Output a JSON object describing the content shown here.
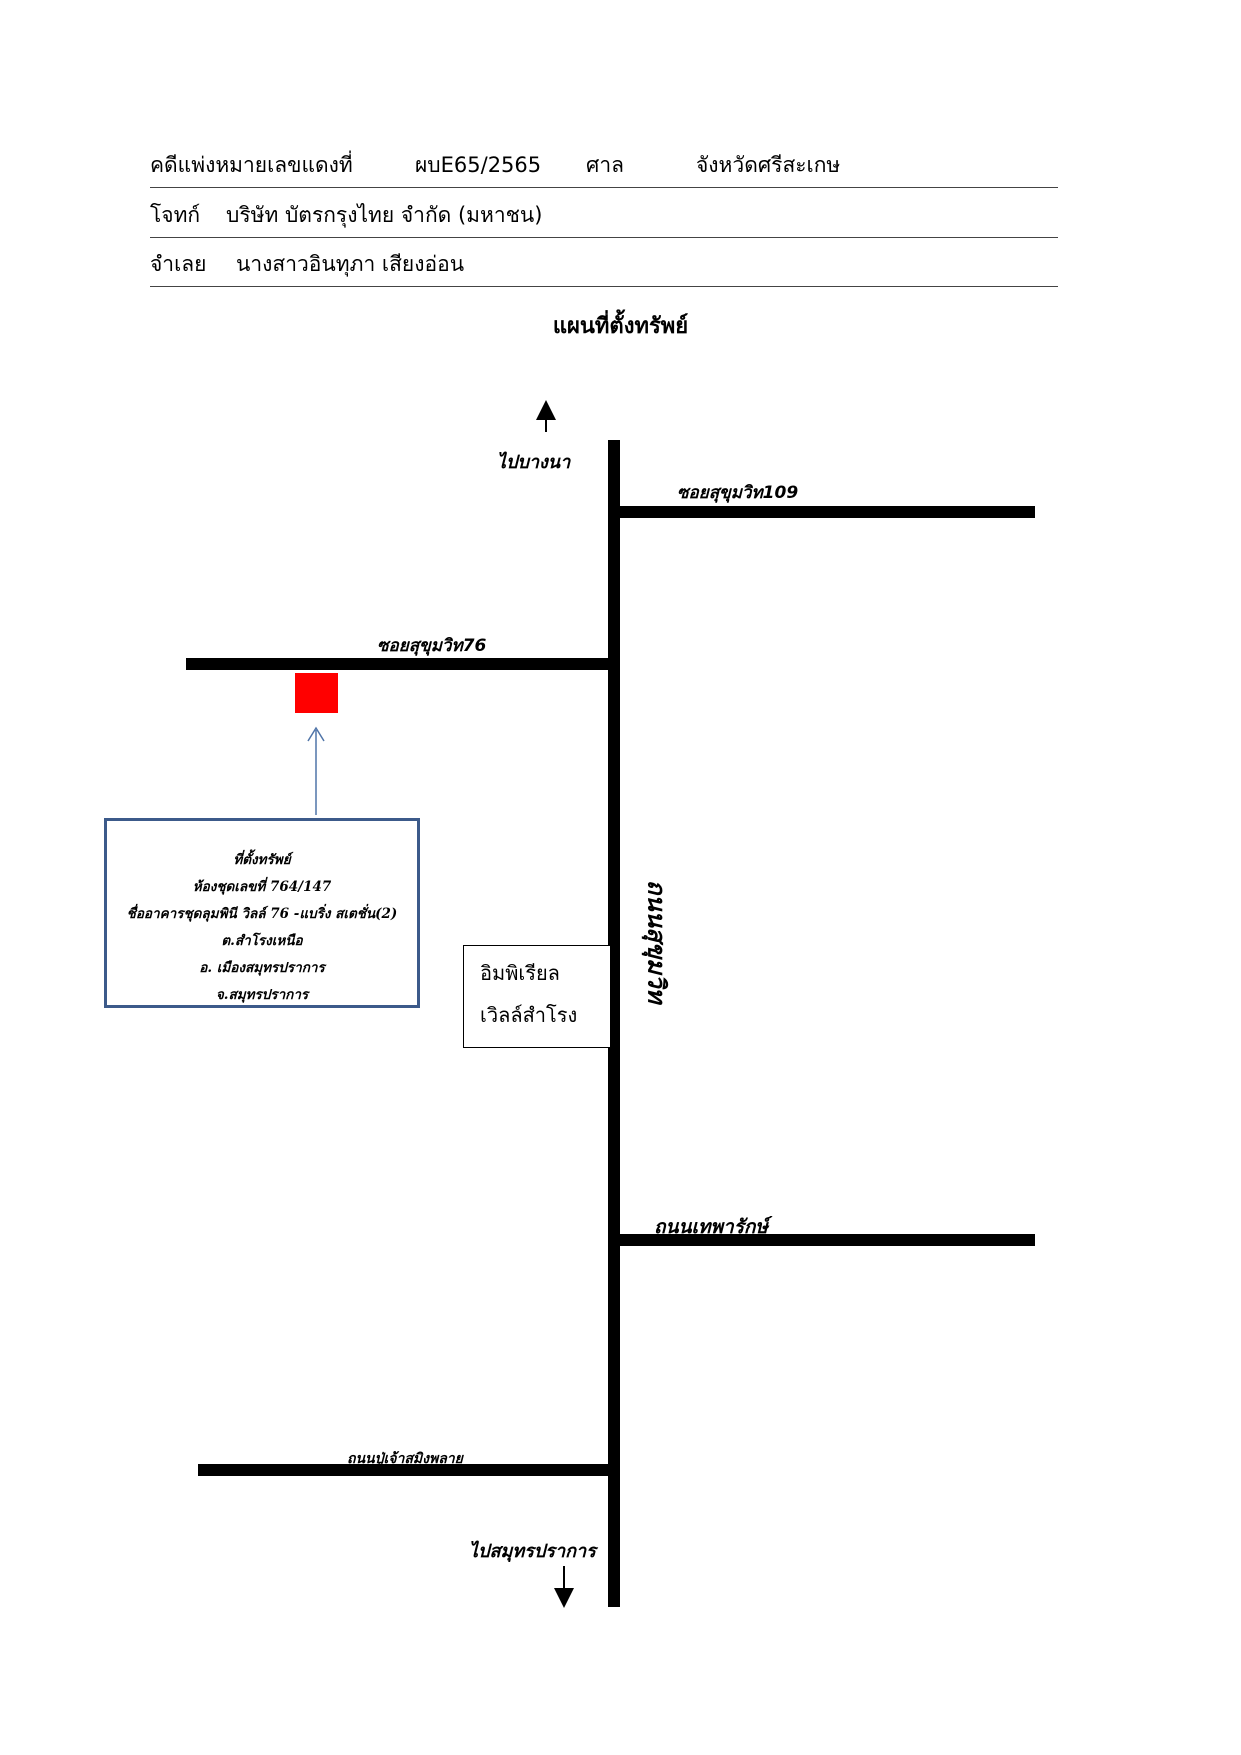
{
  "header": {
    "case_label": "คดีแพ่งหมายเลขแดงที่",
    "case_number": "ผบE65/2565",
    "court_label": "ศาล",
    "court_value": "จังหวัดศรีสะเกษ",
    "plaintiff_label": "โจทก์",
    "plaintiff_value": "บริษัท บัตรกรุงไทย จำกัด (มหาชน)",
    "defendant_label": "จำเลย",
    "defendant_value": "นางสาวอินทุภา  เสียงอ่อน"
  },
  "map": {
    "title": "แผนที่ตั้งทรัพย์",
    "north_label": "ไปบางนา",
    "south_label": "ไปสมุทรปราการ",
    "main_road": "ถนนสุขุมวิท",
    "roads": {
      "soi_109": "ซอยสุขุมวิท109",
      "soi_76": "ซอยสุขุมวิท76",
      "thepharak": "ถนนเทพารักษ์",
      "pu_chao": "ถนนปู่เจ้าสมิงพลาย"
    },
    "landmark": {
      "line1": "อิมพิเรียล",
      "line2": "เวิลล์สำโรง"
    },
    "property": {
      "line1": "ที่ตั้งทรัพย์",
      "line2": "ห้องชุดเลขที่ 764/147",
      "line3": "ชื่ออาคารชุดลุมพินี วิลล์ 76 -แบริ่ง สเตชั่น(2)",
      "line4": "ต.สำโรงเหนือ",
      "line5": "อ. เมืองสมุทรปราการ",
      "line6": "จ.สมุทรปราการ"
    },
    "colors": {
      "marker": "#ff0000",
      "box_border": "#3c5a8a",
      "pointer": "#4f74a8"
    }
  }
}
